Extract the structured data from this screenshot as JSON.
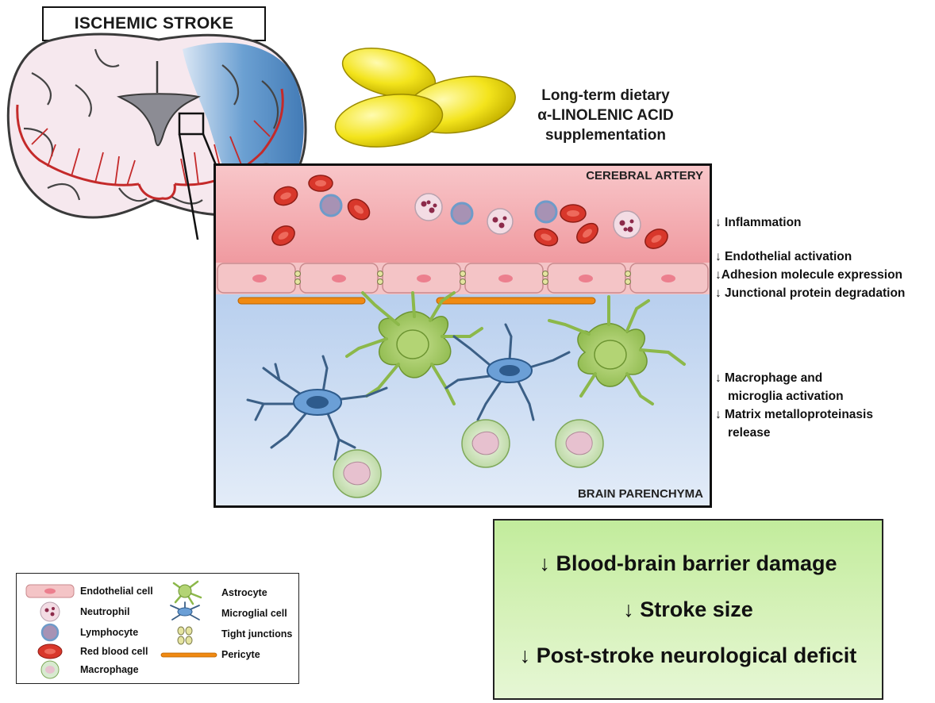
{
  "title": "ISCHEMIC STROKE",
  "supplement": {
    "line1": "Long-term dietary",
    "line2": "α-LINOLENIC ACID",
    "line3": "supplementation"
  },
  "panel": {
    "top_label": "CEREBRAL ARTERY",
    "bottom_label": "BRAIN PARENCHYMA"
  },
  "effects": [
    "↓ Inflammation",
    "↓ Endothelial activation",
    "↓Adhesion molecule expression",
    "↓ Junctional protein degradation",
    "↓ Macrophage and",
    "microglia activation",
    "↓ Matrix metalloproteinasis",
    "release"
  ],
  "outcomes": [
    "↓ Blood-brain barrier damage",
    "↓ Stroke size",
    "↓ Post-stroke neurological deficit"
  ],
  "legend": {
    "endothelial": "Endothelial cell",
    "neutrophil": "Neutrophil",
    "lymphocyte": "Lymphocyte",
    "rbc": "Red blood cell",
    "macrophage": "Macrophage",
    "astrocyte": "Astrocyte",
    "microglia": "Microglial cell",
    "tight": "Tight junctions",
    "pericyte": "Pericyte"
  },
  "colors": {
    "artery": "#f5a9ad",
    "rbc": "#d8372b",
    "endothelium": "#f4c4c6",
    "pericyte": "#f08a12",
    "parenchyma": "#cfe0f5",
    "astrocyte": "#9cc45a",
    "microglia": "#5b8fc9",
    "ischemic_region": "#4a87c2",
    "outcome_box": "#c9eea6"
  }
}
